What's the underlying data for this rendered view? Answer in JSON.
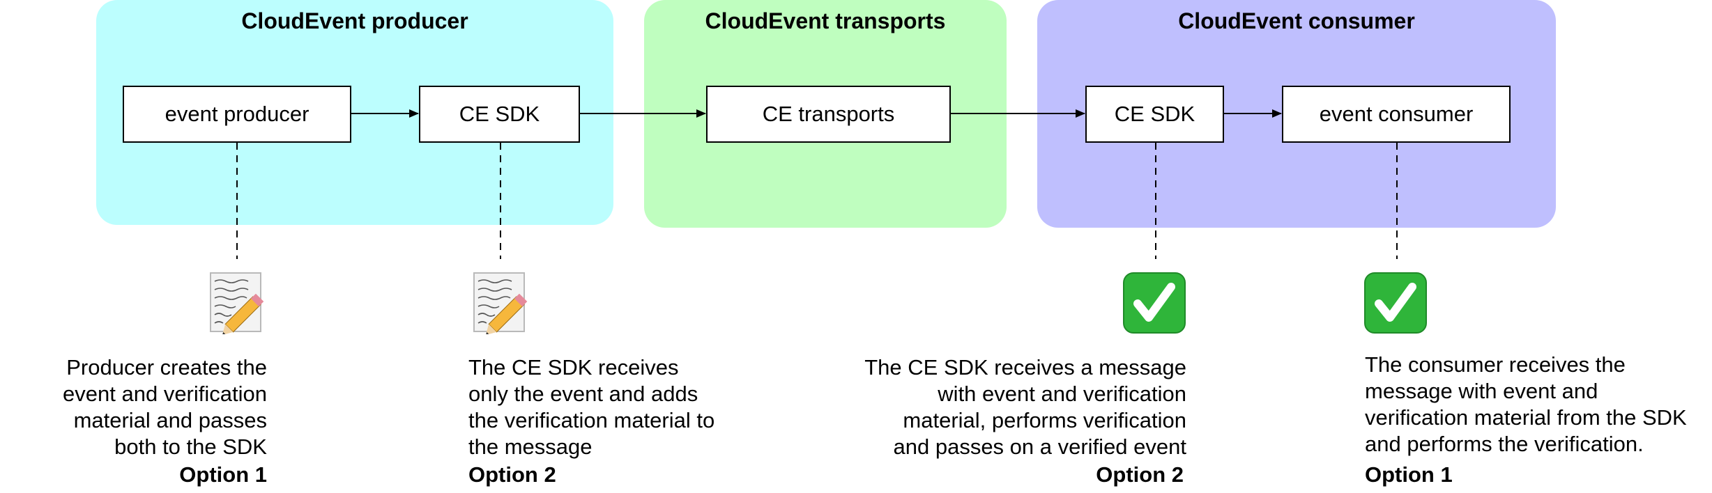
{
  "groups": {
    "producer": {
      "title": "CloudEvent producer",
      "color": "#bcfefe"
    },
    "transports": {
      "title": "CloudEvent transports",
      "color": "#bffebf"
    },
    "consumer": {
      "title": "CloudEvent consumer",
      "color": "#bfbffe"
    }
  },
  "nodes": {
    "event_producer": "event producer",
    "ce_sdk_producer": "CE SDK",
    "ce_transports": "CE transports",
    "ce_sdk_consumer": "CE SDK",
    "event_consumer": "event consumer"
  },
  "icons": {
    "producer_option1": "memo-pencil-icon",
    "producer_option2": "memo-pencil-icon",
    "consumer_option2": "check-mark-icon",
    "consumer_option1": "check-mark-icon"
  },
  "captions": {
    "producer_option1": {
      "lines": [
        "Producer creates the",
        "event and verification",
        "material and passes",
        "both to the SDK"
      ],
      "option": "Option 1"
    },
    "producer_option2": {
      "lines": [
        "The CE SDK receives",
        "only the event and adds",
        "the verification material to",
        "the message"
      ],
      "option": "Option 2"
    },
    "consumer_option2": {
      "lines": [
        "The CE SDK receives a message",
        "with event and verification",
        "material, performs verification",
        "and passes on a verified event"
      ],
      "option": "Option 2"
    },
    "consumer_option1": {
      "lines": [
        "The consumer receives the",
        "message with event and",
        "verification material from the SDK",
        "and performs the verification."
      ],
      "option": "Option 1"
    }
  },
  "colors": {
    "check_green": "#2fb53a",
    "line": "#000000"
  }
}
